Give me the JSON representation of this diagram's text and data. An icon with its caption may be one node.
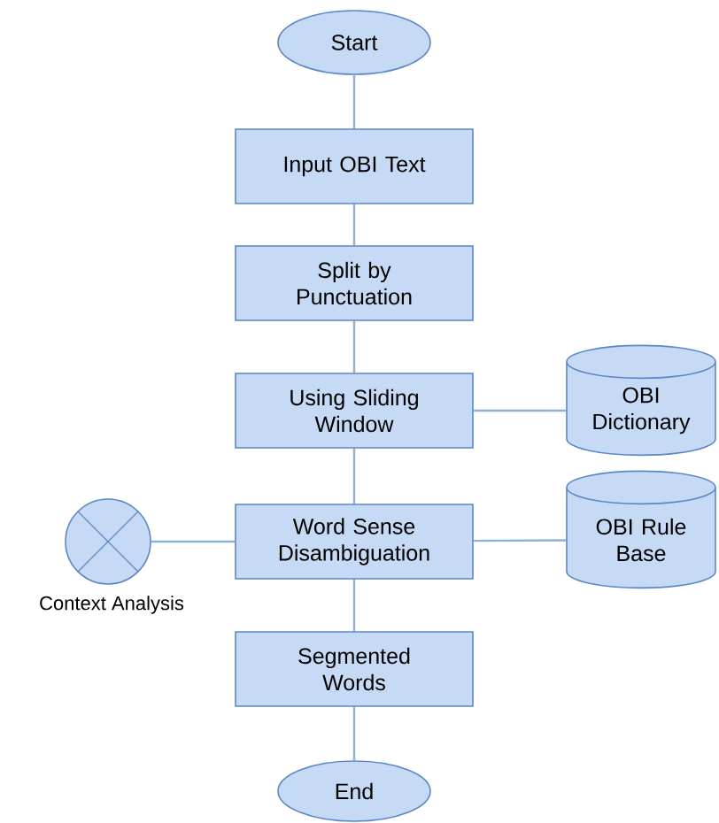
{
  "diagram": {
    "nodes": [
      {
        "text": [
          "Start"
        ]
      },
      {
        "text": [
          "Input OBI Text"
        ]
      },
      {
        "text": [
          "Split by Punctuation"
        ]
      },
      {
        "text": [
          "Using Sliding Window"
        ]
      },
      {
        "text": [
          "OBI Dictionary"
        ]
      },
      {
        "text": [],
        "shape": "circle",
        "beside": [
          "Context Analysis"
        ]
      },
      {
        "text": [
          "Word Sense Disambiguation"
        ]
      },
      {
        "text": [
          "OBI Rule Base"
        ]
      },
      {
        "text": [
          "Segmented Words"
        ]
      },
      {
        "text": [
          "End"
        ]
      }
    ],
    "edges": [
      {
        "from": 0,
        "to": 1,
        "arrow": "none"
      },
      {
        "from": 1,
        "to": 2,
        "arrow": "none"
      },
      {
        "from": 2,
        "to": 3,
        "arrow": "none"
      },
      {
        "from": 3,
        "to": 4,
        "arrow": "none"
      },
      {
        "from": 3,
        "to": 6,
        "arrow": "none"
      },
      {
        "from": 5,
        "to": 6,
        "arrow": "none"
      },
      {
        "from": 6,
        "to": 7,
        "arrow": "none"
      },
      {
        "from": 6,
        "to": 8,
        "arrow": "none"
      },
      {
        "from": 8,
        "to": 9,
        "arrow": "none"
      }
    ]
  }
}
